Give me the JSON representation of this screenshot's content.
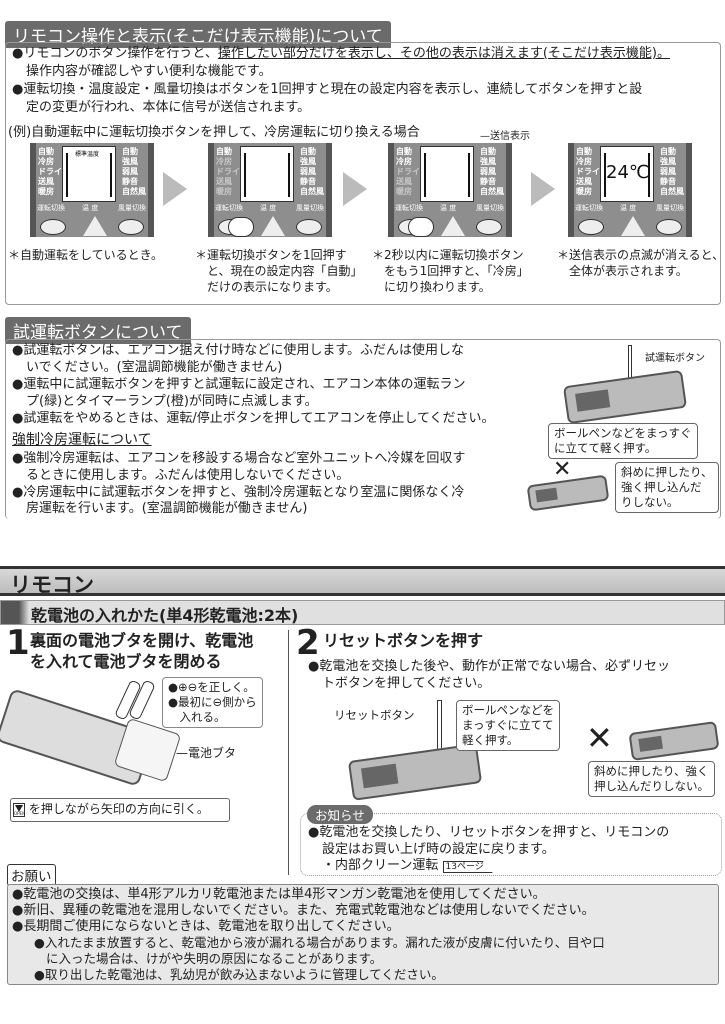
{
  "section1": {
    "title": "リモコン操作と表示(そこだけ表示機能)について",
    "bullets": [
      {
        "pre": "●リモコンのボタン操作を行うと、",
        "u": "操作したい部分だけを表示し、その他の表示は消えます(そこだけ表示機能)。",
        "cont": "操作内容が確認しやすい便利な機能です。"
      },
      {
        "line1": "●運転切換・温度設定・風量切換はボタンを1回押すと現在の設定内容を表示し、連続してボタンを押すと設",
        "line2": "定の変更が行われ、本体に信号が送信されます。"
      }
    ],
    "example": "(例)自動運転中に運転切換ボタンを押して、冷房運転に切り換える場合",
    "signal_label": "送信表示",
    "remote": {
      "left": [
        "自動",
        "冷房",
        "ドライ",
        "送風",
        "暖房"
      ],
      "right": [
        "自動",
        "強風",
        "弱風",
        "静音",
        "自然風"
      ],
      "buttons": [
        "運転切換",
        "温 度",
        "風量切換"
      ],
      "std_temp": "標準温度",
      "temp": "24℃"
    },
    "captions": [
      [
        "＊自動運転をしているとき。"
      ],
      [
        "＊運転切換ボタンを1回押す",
        "　と、現在の設定内容「自動」",
        "　だけの表示になります。"
      ],
      [
        "＊2秒以内に運転切換ボタン",
        "　をもう1回押すと、「冷房」",
        "　に切り換わります。"
      ],
      [
        "＊送信表示の点滅が消えると、",
        "　全体が表示されます。"
      ]
    ]
  },
  "section2": {
    "title": "試運転ボタンについて",
    "lines": [
      "●試運転ボタンは、エアコン据え付け時などに使用します。ふだんは使用しな",
      "いでください。(室温調節機能が働きません)",
      "●運転中に試運転ボタンを押すと試運転に設定され、エアコン本体の運転ラン",
      "プ(緑)とタイマーランプ(橙)が同時に点滅します。",
      "●試運転をやめるときは、運転/停止ボタンを押してエアコンを停止してください。"
    ],
    "subtitle": "強制冷房運転について",
    "lines2": [
      "●強制冷房運転は、エアコンを移設する場合など室外ユニットへ冷媒を回収す",
      "るときに使用します。ふだんは使用しないでください。",
      "●冷房運転中に試運転ボタンを押すと、強制冷房運転となり室温に関係なく冷",
      "房運転を行います。(室温調節機能が働きません)"
    ],
    "button_label": "試運転ボタン",
    "note_ok": [
      "ボールペンなどをまっすぐ",
      "に立てて軽く押す。"
    ],
    "x_mark": "✕",
    "note_ng": [
      "斜めに押したり、",
      "強く押し込んだ",
      "りしない。"
    ]
  },
  "remote_section": {
    "title": "リモコン",
    "subtitle": "乾電池の入れかた(単4形乾電池:2本)",
    "step1": {
      "num": "1",
      "title": [
        "裏面の電池ブタを開け、乾電池",
        "を入れて電池ブタを閉める"
      ],
      "note": [
        "●⊕⊖を正しく。",
        "●最初に⊖側から",
        "　入れる。"
      ],
      "cover_label": "電池ブタ",
      "open_icon": "OPEN",
      "pull": "を押しながら矢印の方向に引く。"
    },
    "step2": {
      "num": "2",
      "title": "リセットボタンを押す",
      "text": [
        "●乾電池を交換した後や、動作が正常でない場合、必ずリセッ",
        "トボタンを押してください。"
      ],
      "reset_label": "リセットボタン",
      "note_ok": [
        "ボールペンなどを",
        "まっすぐに立てて",
        "軽く押す。"
      ],
      "x_mark": "✕",
      "note_ng": [
        "斜めに押したり、強く",
        "押し込んだりしない。"
      ]
    },
    "info": {
      "label": "お知らせ",
      "lines": [
        "●乾電池を交換したり、リセットボタンを押すと、リモコンの",
        "設定はお買い上げ時の設定に戻ります。",
        "・内部クリーン運転"
      ],
      "page_ref": "13ページ"
    },
    "request": {
      "label": "お願い",
      "lines": [
        "●乾電池の交換は、単4形アルカリ乾電池または単4形マンガン乾電池を使用してください。",
        "●新旧、異種の乾電池を混用しないでください。また、充電式乾電池などは使用しないでください。",
        "●長期間ご使用にならないときは、乾電池を取り出してください。",
        "●入れたまま放置すると、乾電池から液が漏れる場合があります。漏れた液が皮膚に付いたり、目や口",
        "に入った場合は、けがや失明の原因になることがあります。",
        "●取り出した乾電池は、乳幼児が飲み込まないように管理してください。"
      ]
    }
  }
}
